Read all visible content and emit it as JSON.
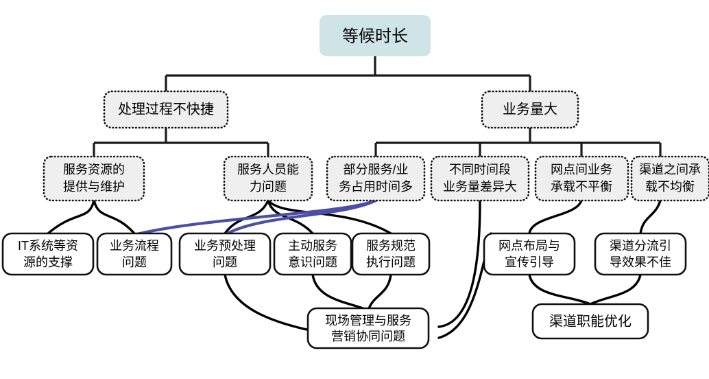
{
  "diagram": {
    "type": "tree-fishbone",
    "title": "等候时长",
    "colors": {
      "root_fill": "#cfe4e6",
      "branch_fill": "#efefef",
      "leaf_fill": "#ffffff",
      "line": "#000000",
      "highlight_line": "#4a4fa5"
    },
    "levels": {
      "root": {
        "id": "root",
        "label": "等候时长",
        "lines": [
          "等候时长"
        ],
        "style": "filled-teal"
      },
      "level2": [
        {
          "id": "n-process",
          "label": "处理过程不快捷",
          "lines": [
            "处理过程不快捷"
          ],
          "style": "dotted"
        },
        {
          "id": "n-volume",
          "label": "业务量大",
          "lines": [
            "业务量大"
          ],
          "style": "dotted"
        }
      ],
      "level3": [
        {
          "id": "n-resource",
          "label": "服务资源的提供与维护",
          "lines": [
            "服务资源的",
            "提供与维护"
          ],
          "parent": "n-process",
          "style": "dotted"
        },
        {
          "id": "n-staff",
          "label": "服务人员能力问题",
          "lines": [
            "服务人员能",
            "力问题"
          ],
          "parent": "n-process",
          "style": "dotted"
        },
        {
          "id": "n-timeuse",
          "label": "部分服务/业务占用时间多",
          "lines": [
            "部分服务/业",
            "务占用时间多"
          ],
          "parent": "n-volume",
          "style": "dotted"
        },
        {
          "id": "n-period",
          "label": "不同时间段业务量差异大",
          "lines": [
            "不同时间段",
            "业务量差异大"
          ],
          "parent": "n-volume",
          "style": "dotted"
        },
        {
          "id": "n-branch",
          "label": "网点间业务承载不平衡",
          "lines": [
            "网点间业务",
            "承载不平衡"
          ],
          "parent": "n-volume",
          "style": "dotted"
        },
        {
          "id": "n-channel",
          "label": "渠道之间承载不均衡",
          "lines": [
            "渠道之间承",
            "载不均衡"
          ],
          "parent": "n-volume",
          "style": "dotted"
        }
      ],
      "level4": [
        {
          "id": "n-it",
          "label": "IT系统等资源的支撑",
          "lines": [
            "IT系统等资",
            "源的支撑"
          ],
          "style": "solid"
        },
        {
          "id": "n-flow",
          "label": "业务流程问题",
          "lines": [
            "业务流程",
            "问题"
          ],
          "style": "solid"
        },
        {
          "id": "n-pre",
          "label": "业务预处理问题",
          "lines": [
            "业务预处理",
            "问题"
          ],
          "style": "solid"
        },
        {
          "id": "n-active",
          "label": "主动服务意识问题",
          "lines": [
            "主动服务",
            "意识问题"
          ],
          "style": "solid"
        },
        {
          "id": "n-norm",
          "label": "服务规范执行问题",
          "lines": [
            "服务规范",
            "执行问题"
          ],
          "style": "solid"
        },
        {
          "id": "n-layout",
          "label": "网点布局与宣传引导",
          "lines": [
            "网点布局与",
            "宣传引导"
          ],
          "style": "solid"
        },
        {
          "id": "n-divert",
          "label": "渠道分流引导效果不佳",
          "lines": [
            "渠道分流引",
            "导效果不佳"
          ],
          "style": "solid"
        }
      ],
      "level5": [
        {
          "id": "n-onsite",
          "label": "现场管理与服务营销协同问题",
          "lines": [
            "现场管理与服务",
            "营销协同问题"
          ],
          "style": "solid"
        },
        {
          "id": "n-chanopt",
          "label": "渠道职能优化",
          "lines": [
            "渠道职能优化"
          ],
          "style": "solid"
        }
      ]
    },
    "connections": [
      {
        "from": "root",
        "to": "n-process",
        "kind": "orthogonal"
      },
      {
        "from": "root",
        "to": "n-volume",
        "kind": "orthogonal"
      },
      {
        "from": "n-process",
        "to": "n-resource",
        "kind": "orthogonal"
      },
      {
        "from": "n-process",
        "to": "n-staff",
        "kind": "orthogonal"
      },
      {
        "from": "n-volume",
        "to": "n-timeuse",
        "kind": "orthogonal"
      },
      {
        "from": "n-volume",
        "to": "n-period",
        "kind": "orthogonal"
      },
      {
        "from": "n-volume",
        "to": "n-branch",
        "kind": "orthogonal"
      },
      {
        "from": "n-volume",
        "to": "n-channel",
        "kind": "orthogonal"
      },
      {
        "from": "n-resource",
        "to": "n-it",
        "kind": "curve"
      },
      {
        "from": "n-resource",
        "to": "n-flow",
        "kind": "curve"
      },
      {
        "from": "n-staff",
        "to": "n-pre",
        "kind": "curve"
      },
      {
        "from": "n-staff",
        "to": "n-active",
        "kind": "curve"
      },
      {
        "from": "n-staff",
        "to": "n-norm",
        "kind": "curve"
      },
      {
        "from": "n-timeuse",
        "to": "n-flow",
        "kind": "curve-highlight"
      },
      {
        "from": "n-timeuse",
        "to": "n-pre",
        "kind": "curve-highlight"
      },
      {
        "from": "n-period",
        "to": "n-onsite",
        "kind": "curve"
      },
      {
        "from": "n-branch",
        "to": "n-layout",
        "kind": "curve"
      },
      {
        "from": "n-channel",
        "to": "n-divert",
        "kind": "curve"
      },
      {
        "from": "n-pre",
        "to": "n-onsite",
        "kind": "curve"
      },
      {
        "from": "n-active",
        "to": "n-onsite",
        "kind": "curve"
      },
      {
        "from": "n-norm",
        "to": "n-onsite",
        "kind": "curve"
      },
      {
        "from": "n-layout",
        "to": "n-chanopt",
        "kind": "curve"
      },
      {
        "from": "n-divert",
        "to": "n-chanopt",
        "kind": "curve"
      },
      {
        "from": "n-branch",
        "to": "n-onsite",
        "kind": "curve"
      }
    ]
  }
}
